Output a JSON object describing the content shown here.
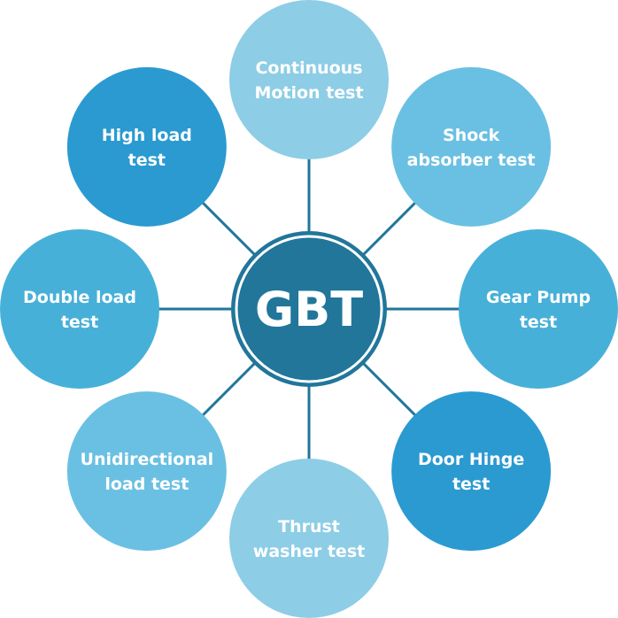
{
  "center": {
    "label": "GBT",
    "fill": "#21769a",
    "ring": "#21769a"
  },
  "connector_color": "#21769a",
  "nodes": [
    {
      "id": "continuous-motion-test",
      "lines": [
        "Continuous",
        "Motion test"
      ],
      "fill": "#8dcde6"
    },
    {
      "id": "shock-absorber-test",
      "lines": [
        "Shock",
        "absorber test"
      ],
      "fill": "#6ac0e2"
    },
    {
      "id": "gear-pump-test",
      "lines": [
        "Gear Pump",
        "test"
      ],
      "fill": "#47b0d8"
    },
    {
      "id": "door-hinge-test",
      "lines": [
        "Door Hinge",
        "test"
      ],
      "fill": "#2a9ad1"
    },
    {
      "id": "thrust-washer-test",
      "lines": [
        "Thrust",
        "washer test"
      ],
      "fill": "#8dcde6"
    },
    {
      "id": "unidirectional-load-test",
      "lines": [
        "Unidirectional",
        "load test"
      ],
      "fill": "#6ac0e2"
    },
    {
      "id": "double-load-test",
      "lines": [
        "Double load",
        "test"
      ],
      "fill": "#47b0d8"
    },
    {
      "id": "high-load-test",
      "lines": [
        "High load",
        "test"
      ],
      "fill": "#2a9ad1"
    }
  ]
}
